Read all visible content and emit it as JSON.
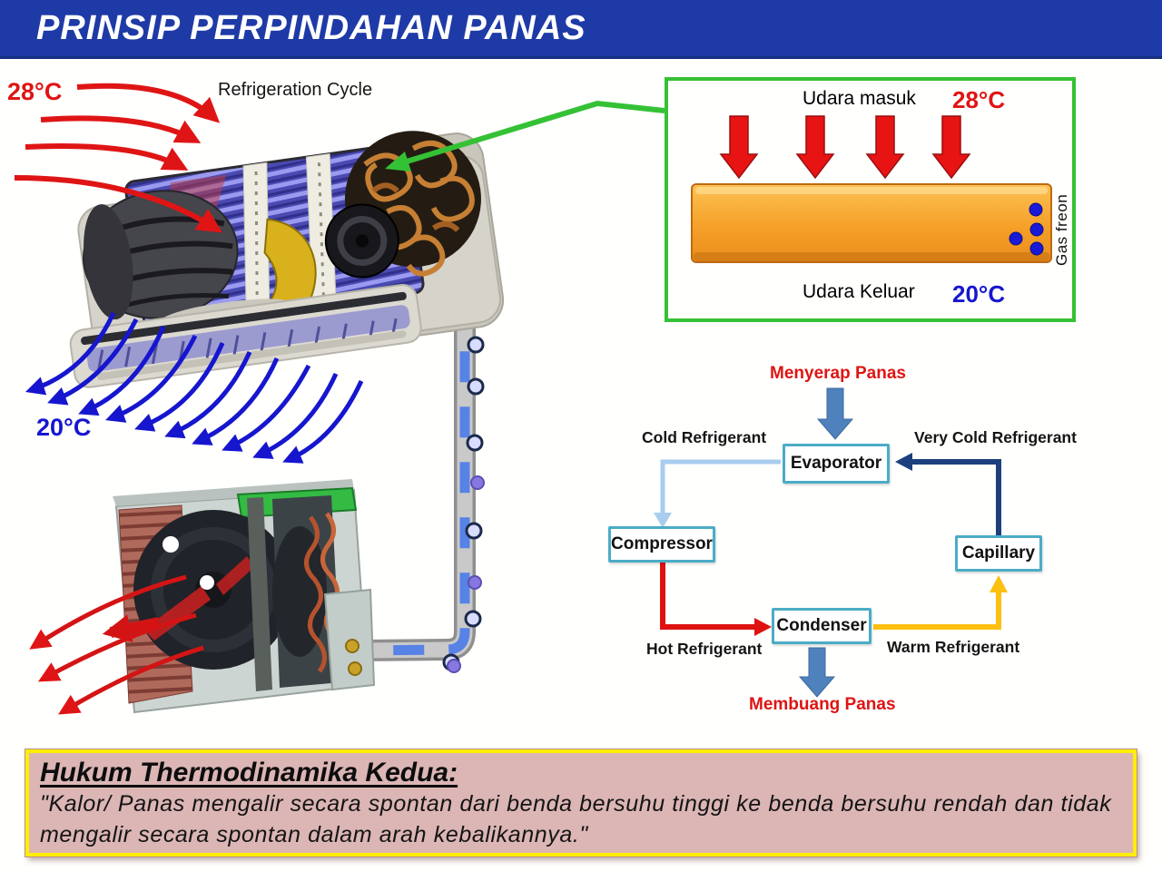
{
  "header": {
    "title": "PRINSIP PERPINDAHAN PANAS"
  },
  "indoor_unit": {
    "caption": "Refrigeration Cycle",
    "temp_in": "28°C",
    "temp_out": "20°C"
  },
  "inset_box": {
    "air_in_label": "Udara masuk",
    "air_in_temp": "28°C",
    "gas_label": "Gas freon",
    "air_out_label": "Udara Keluar",
    "air_out_temp": "20°C"
  },
  "cycle_diagram": {
    "absorb_label": "Menyerap Panas",
    "cold_label": "Cold Refrigerant",
    "very_cold_label": "Very Cold Refrigerant",
    "evaporator": "Evaporator",
    "compressor": "Compressor",
    "condenser": "Condenser",
    "capillary": "Capillary",
    "hot_label": "Hot Refrigerant",
    "warm_label": "Warm Refrigerant",
    "release_label": "Membuang Panas"
  },
  "law_box": {
    "heading": "Hukum Thermodinamika Kedua:",
    "lines": [
      "\"Kalor/ Panas mengalir secara spontan dari benda bersuhu tinggi ke benda bersuhu rendah dan tidak",
      "mengalir secara spontan dalam arah kebalikannya.\""
    ]
  },
  "colors": {
    "header_blue": "#1e3aa6",
    "accent_red": "#df1414",
    "accent_blue": "#1616cf",
    "inset_border_green": "#35c135",
    "box_border_teal": "#4bacc6",
    "flow_light_blue": "#a9cdee",
    "flow_navy": "#1c3f7d",
    "flow_red": "#df1111",
    "flow_gold": "#fdbf10",
    "block_arrow_blue": "#4f81bd",
    "bar_orange": "#f5a028",
    "law_bg_pink": "#dcb5b5",
    "law_border_yellow": "#ffee00"
  }
}
